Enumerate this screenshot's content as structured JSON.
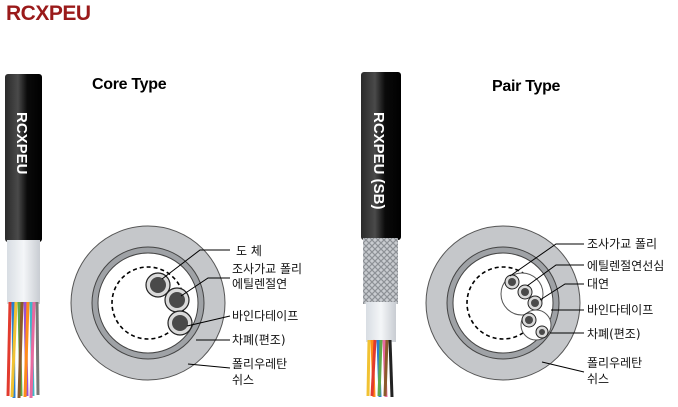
{
  "header": {
    "title": "RCXPEU"
  },
  "core": {
    "title": "Core Type",
    "cable_text": "RCXPEU",
    "labels": [
      "도 체",
      "조사가교 폴리",
      "에틸렌절연",
      "바인다테이프",
      "차폐(편조)",
      "폴리우레탄",
      "쉬스"
    ]
  },
  "pair": {
    "title": "Pair Type",
    "cable_text": "RCXPEU (SB)",
    "labels": [
      "조사가교 폴리",
      "에틸렌절연선심",
      "대연",
      "바인다테이프",
      "차폐(편조)",
      "폴리우레탄",
      "쉬스"
    ]
  }
}
